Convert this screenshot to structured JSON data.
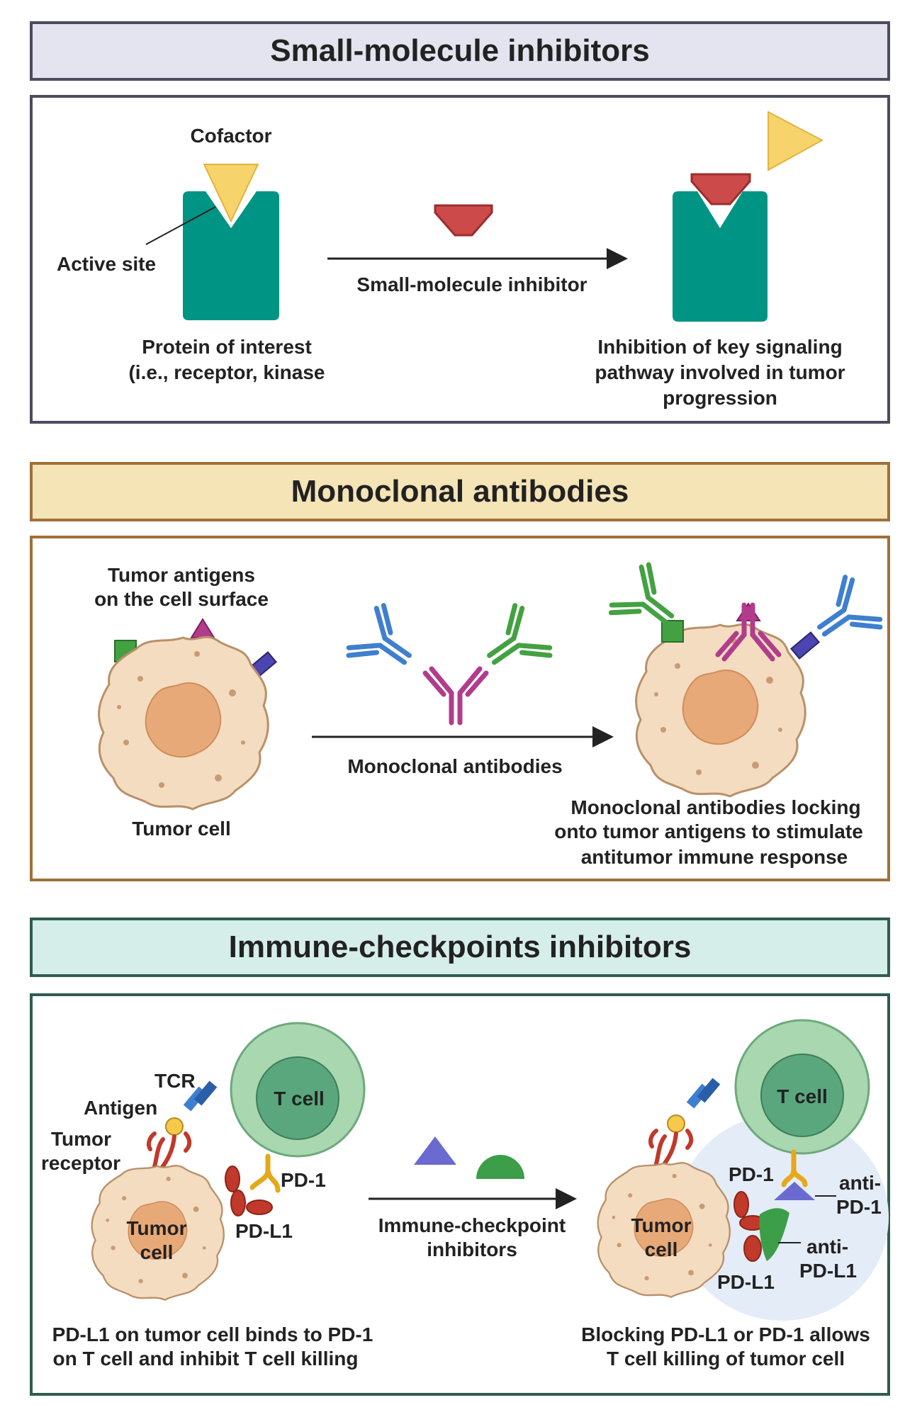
{
  "section1": {
    "title": "Small-molecule inhibitors",
    "cofactor": "Cofactor",
    "active_site": "Active site",
    "arrow_label": "Small-molecule inhibitor",
    "protein_line1": "Protein of interest",
    "protein_line2": "(i.e., receptor, kinase",
    "result_line1": "Inhibition of key signaling",
    "result_line2": "pathway involved in tumor",
    "result_line3": "progression"
  },
  "section2": {
    "title": "Monoclonal antibodies",
    "antigens_line1": "Tumor antigens",
    "antigens_line2": "on the cell surface",
    "tumor_cell": "Tumor cell",
    "arrow_label": "Monoclonal antibodies",
    "result_line1": "Monoclonal antibodies locking",
    "result_line2": "onto tumor antigens to stimulate",
    "result_line3": "antitumor immune response"
  },
  "section3": {
    "title": "Immune-checkpoints inhibitors",
    "tcr": "TCR",
    "antigen": "Antigen",
    "tumor_receptor_line1": "Tumor",
    "tumor_receptor_line2": "receptor",
    "t_cell": "T cell",
    "pd1": "PD-1",
    "pdl1": "PD-L1",
    "tumor_cell_line1": "Tumor",
    "tumor_cell_line2": "cell",
    "arrow_label_line1": "Immune-checkpoint",
    "arrow_label_line2": "inhibitors",
    "anti_pd1_line1": "anti-",
    "anti_pd1_line2": "PD-1",
    "anti_pdl1_line1": "anti-",
    "anti_pdl1_line2": "PD-L1",
    "caption_left_line1": "PD-L1 on tumor cell binds to PD-1",
    "caption_left_line2": "on T cell and  inhibit T cell killing",
    "caption_right_line1": "Blocking PD-L1 or PD-1 allows",
    "caption_right_line2": "T cell killing of tumor cell"
  },
  "colors": {
    "protein": "#009484",
    "cofactor": "#f7d36b",
    "inhibitor": "#cc4a4a",
    "tumor_cell": "#f4dcc0",
    "nucleus": "#e8a978",
    "antibody_blue": "#3f7fcf",
    "antibody_green": "#43a142",
    "antibody_magenta": "#b23c8c",
    "t_cell": "#a8d7b0",
    "t_cell_nucleus": "#5aa77e",
    "anti_pd1": "#6a6ad0",
    "anti_pdl1": "#3c9e48"
  }
}
